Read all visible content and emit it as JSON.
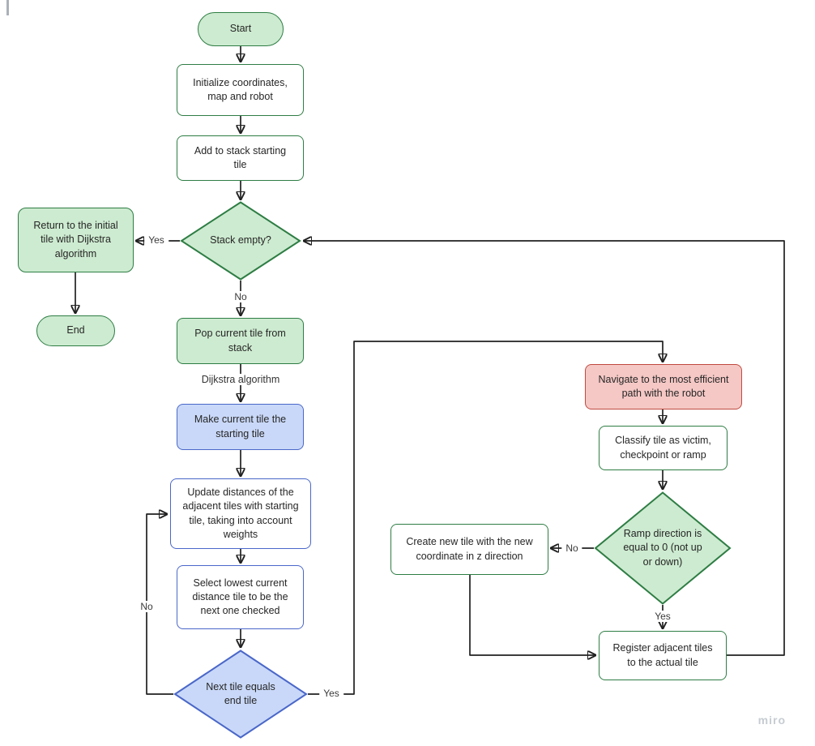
{
  "diagram": {
    "nodes": {
      "start": {
        "label": "Start"
      },
      "initialize": {
        "label": "Initialize coordinates, map and robot"
      },
      "add_to_stack": {
        "label": "Add to stack starting tile"
      },
      "stack_empty": {
        "label": "Stack empty?"
      },
      "return_initial": {
        "label": "Return to the initial tile with Dijkstra algorithm"
      },
      "end": {
        "label": "End"
      },
      "pop_current": {
        "label": "Pop current tile from stack"
      },
      "make_current": {
        "label": "Make current tile the starting tile"
      },
      "update_distances": {
        "label": "Update distances of the adjacent tiles with starting tile, taking into account weights"
      },
      "select_lowest": {
        "label": "Select lowest current distance tile to be the next one checked"
      },
      "next_tile": {
        "label": "Next tile equals end tile"
      },
      "navigate": {
        "label": "Navigate to the most efficient path with the robot"
      },
      "classify": {
        "label": "Classify tile as victim, checkpoint or ramp"
      },
      "ramp_direction": {
        "label": "Ramp direction is equal to 0 (not up or down)"
      },
      "create_new_tile": {
        "label": "Create new tile with the new coordinate in z direction"
      },
      "register_adjacent": {
        "label": "Register adjacent tiles to the actual tile"
      }
    },
    "edge_labels": {
      "stack_empty_yes": "Yes",
      "stack_empty_no": "No",
      "dijkstra_algorithm": "Dijkstra algorithm",
      "next_tile_no": "No",
      "next_tile_yes": "Yes",
      "ramp_no": "No",
      "ramp_yes": "Yes"
    },
    "colors": {
      "green_fill": "#cdebd0",
      "green_border": "#2e7d44",
      "blue_fill": "#c9d8f8",
      "blue_border": "#4a67c9",
      "red_fill": "#f5c8c5",
      "red_border": "#c04a41",
      "white_fill": "#ffffff",
      "connector": "#202020"
    }
  },
  "watermark": "miro"
}
